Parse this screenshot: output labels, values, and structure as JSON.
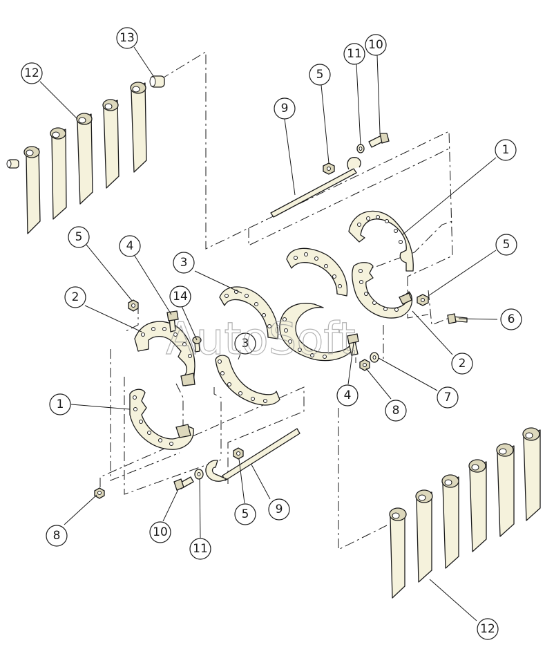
{
  "watermark": "AutoSoft",
  "colors": {
    "part_fill": "#f5f2dc",
    "line": "#1a1a1a",
    "watermark": "#9a9a9a"
  },
  "callouts": [
    {
      "id": "c13a",
      "label": "13"
    },
    {
      "id": "c12a",
      "label": "12"
    },
    {
      "id": "c11a",
      "label": "11"
    },
    {
      "id": "c10a",
      "label": "10"
    },
    {
      "id": "c5a",
      "label": "5"
    },
    {
      "id": "c9a",
      "label": "9"
    },
    {
      "id": "c1a",
      "label": "1"
    },
    {
      "id": "c5b",
      "label": "5"
    },
    {
      "id": "c4a",
      "label": "4"
    },
    {
      "id": "c3a",
      "label": "3"
    },
    {
      "id": "c5c",
      "label": "5"
    },
    {
      "id": "c2a",
      "label": "2"
    },
    {
      "id": "c14",
      "label": "14"
    },
    {
      "id": "c6",
      "label": "6"
    },
    {
      "id": "c3b",
      "label": "3"
    },
    {
      "id": "c2b",
      "label": "2"
    },
    {
      "id": "c1b",
      "label": "1"
    },
    {
      "id": "c4b",
      "label": "4"
    },
    {
      "id": "c7",
      "label": "7"
    },
    {
      "id": "c8a",
      "label": "8"
    },
    {
      "id": "c8b",
      "label": "8"
    },
    {
      "id": "c10b",
      "label": "10"
    },
    {
      "id": "c11b",
      "label": "11"
    },
    {
      "id": "c5d",
      "label": "5"
    },
    {
      "id": "c9b",
      "label": "9"
    },
    {
      "id": "c12b",
      "label": "12"
    }
  ]
}
